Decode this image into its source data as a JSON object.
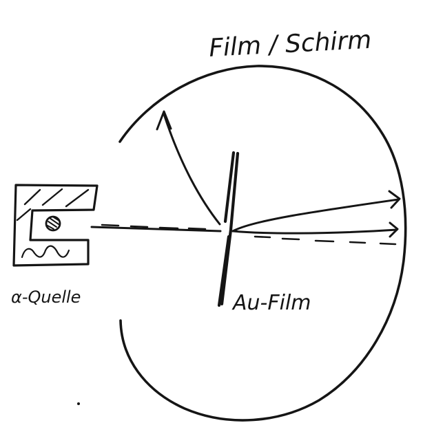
{
  "labels": {
    "screen": "Film / Schirm",
    "source": "α-Quelle",
    "foil": "Au-Film"
  },
  "colors": {
    "ink": "#151515",
    "paper": "#ffffff"
  }
}
